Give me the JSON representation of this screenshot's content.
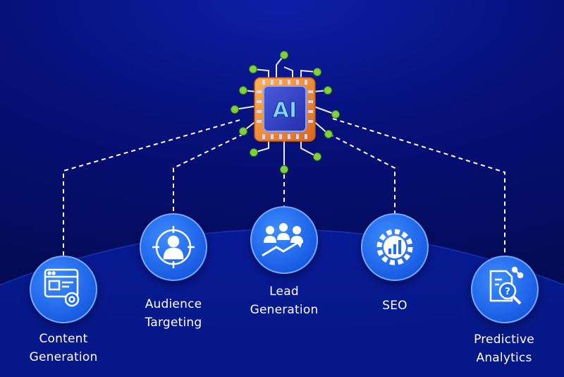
{
  "chip": {
    "label": "AI"
  },
  "nodes": [
    {
      "id": "content-generation",
      "lines": [
        "Content",
        "Generation"
      ],
      "icon": "webpage-gear-icon"
    },
    {
      "id": "audience-targeting",
      "lines": [
        "Audience",
        "Targeting"
      ],
      "icon": "target-person-icon"
    },
    {
      "id": "lead-generation",
      "lines": [
        "Lead",
        "Generation"
      ],
      "icon": "people-growth-icon"
    },
    {
      "id": "seo",
      "lines": [
        "SEO"
      ],
      "icon": "gear-chart-icon"
    },
    {
      "id": "predictive-analytics",
      "lines": [
        "Predictive",
        "Analytics"
      ],
      "icon": "document-magnifier-icon"
    }
  ],
  "colors": {
    "background": "#061078",
    "circle": "#1e6ff0",
    "chip_frame": "#f08a2c",
    "chip_core": "#2f3fc4",
    "pin": "#7fd13a",
    "connector": "#ffffff"
  }
}
